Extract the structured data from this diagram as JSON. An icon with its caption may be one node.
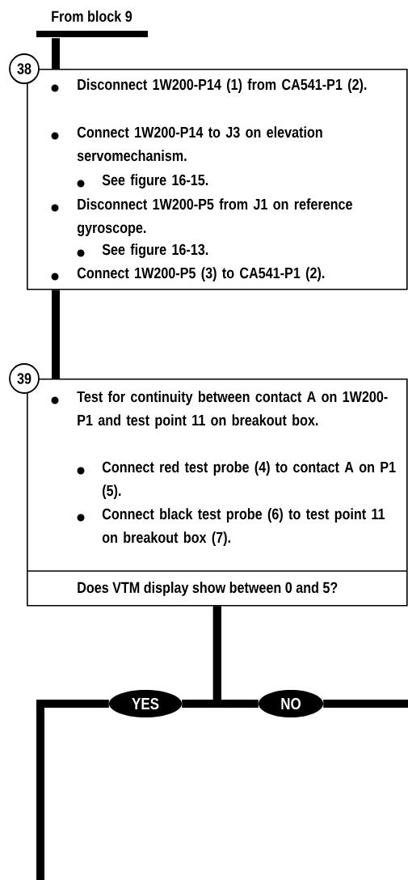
{
  "diagram": {
    "nodes": [
      {
        "text": [
          "From block 9"
        ]
      },
      {
        "text": [
          "38",
          "Disconnect 1W200-P14 (1) from CA541-P1 (2).",
          "Connect 1W200-P14 to J3 on elevation servomechanism.",
          "See figure 16-15.",
          "Disconnect 1W200-P5 from J1 on reference gyroscope.",
          "See figure 16-13.",
          "Connect 1W200-P5 (3) to CA541-P1 (2)."
        ]
      },
      {
        "text": [
          "39",
          "Test for continuity between contact A on 1W200-P1 and test point 11 on breakout box.",
          "Connect red test probe (4) to contact A on P1 (5).",
          "Connect black test probe (6) to test point 11 on breakout box (7).",
          "Does VTM display show between 0 and 5?"
        ]
      },
      {
        "text": [
          "YES"
        ]
      },
      {
        "text": [
          "NO"
        ]
      }
    ],
    "edges": [
      {
        "from": 0,
        "to": 1,
        "arrow": "none"
      },
      {
        "from": 1,
        "to": 2,
        "arrow": "none"
      },
      {
        "from": 2,
        "to": 3,
        "arrow": "none"
      },
      {
        "from": 2,
        "to": 4,
        "arrow": "none"
      },
      {
        "from": 3,
        "to": null,
        "arrow": "none"
      },
      {
        "from": 4,
        "to": null,
        "arrow": "none"
      }
    ]
  }
}
